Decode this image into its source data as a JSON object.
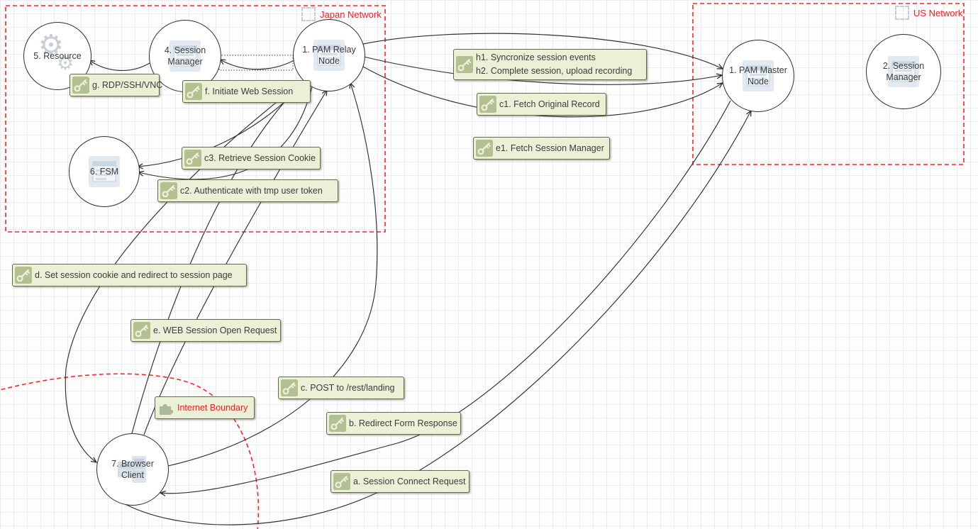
{
  "diagram": {
    "title": "PAM session flow diagram",
    "boundaries": {
      "japan": {
        "label": "Japan Network"
      },
      "us": {
        "label": "US Network"
      },
      "internet": {
        "label": "Internet Boundary"
      }
    },
    "nodes": {
      "resource": {
        "line1": "5. Resource",
        "line2": ""
      },
      "session_manager_jp": {
        "line1": "4. Session",
        "line2": "Manager"
      },
      "pam_relay": {
        "line1": "1. PAM Relay",
        "line2": "Node"
      },
      "fsm": {
        "line1": "6. FSM",
        "line2": ""
      },
      "pam_master": {
        "line1": "1. PAM Master",
        "line2": "Node"
      },
      "session_manager_us": {
        "line1": "2. Session",
        "line2": "Manager"
      },
      "browser": {
        "line1": "7. Browser",
        "line2": "Client"
      }
    },
    "flows": {
      "g": {
        "label": "g. RDP/SSH/VNC",
        "from": "session_manager_jp",
        "to": "resource"
      },
      "f": {
        "label": "f. Initiate Web Session",
        "from": "pam_relay",
        "to": "session_manager_jp"
      },
      "h": {
        "label1": "h1. Syncronize session events",
        "label2": "h2. Complete session, upload recording",
        "from": "pam_relay",
        "to": "pam_master"
      },
      "c1": {
        "label": "c1. Fetch Original Record",
        "from": "pam_relay",
        "to": "pam_master"
      },
      "e1": {
        "label": "e1. Fetch Session Manager",
        "from": "pam_relay",
        "to": "pam_master"
      },
      "c3": {
        "label": "c3. Retrieve Session Cookie",
        "from": "pam_relay",
        "to": "fsm"
      },
      "c2": {
        "label": "c2. Authenticate with tmp user token",
        "from": "pam_relay",
        "to": "fsm"
      },
      "d": {
        "label": "d. Set session cookie and redirect to session page",
        "from": "pam_relay",
        "to": "browser"
      },
      "e": {
        "label": "e. WEB Session Open Request",
        "from": "browser",
        "to": "pam_relay"
      },
      "c": {
        "label": "c. POST to /rest/landing",
        "from": "browser",
        "to": "pam_relay"
      },
      "b": {
        "label": "b. Redirect Form Response",
        "from": "pam_master",
        "to": "browser"
      },
      "a": {
        "label": "a. Session Connect Request",
        "from": "browser",
        "to": "pam_master"
      }
    },
    "colors": {
      "boundary_red": "#ff2323",
      "flow_box_fill": "#ebf1d6",
      "flow_box_border": "#5f6b4a",
      "flow_icon_bg": "#aebd8b",
      "line": "#2f2f2f",
      "node_icon": "#dce4ec"
    }
  }
}
